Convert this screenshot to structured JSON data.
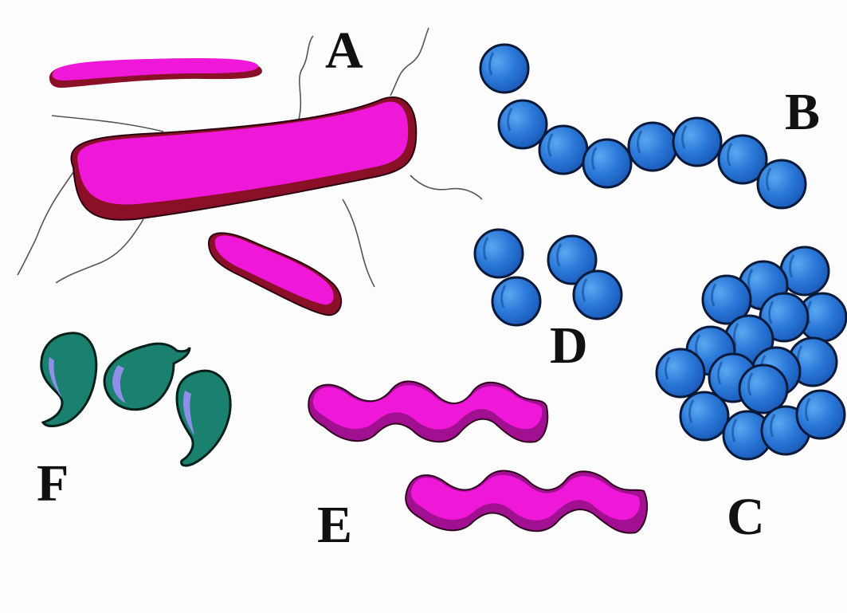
{
  "labels": {
    "a": "A",
    "b": "B",
    "c": "C",
    "d": "D",
    "e": "E",
    "f": "F"
  },
  "colors": {
    "rod_fill": "#f018d8",
    "rod_shadow": "#8a1028",
    "coccus_fill": "#2a78d8",
    "coccus_highlight": "#5aa8f0",
    "coccus_outline": "#0a1a3a",
    "vibrio_fill": "#1a8070",
    "vibrio_highlight": "#8f8fea",
    "spirillum_fill": "#f018d8",
    "spirillum_shadow": "#a01090",
    "flagella": "#555555",
    "background": "#fdfdfd"
  },
  "icons": {
    "bacillus": "rod-bacterium-icon",
    "streptococcus": "coccus-chain-icon",
    "staphylococcus": "coccus-cluster-icon",
    "diplococcus": "coccus-pair-icon",
    "spirillum": "spiral-bacterium-icon",
    "vibrio": "comma-bacterium-icon"
  }
}
